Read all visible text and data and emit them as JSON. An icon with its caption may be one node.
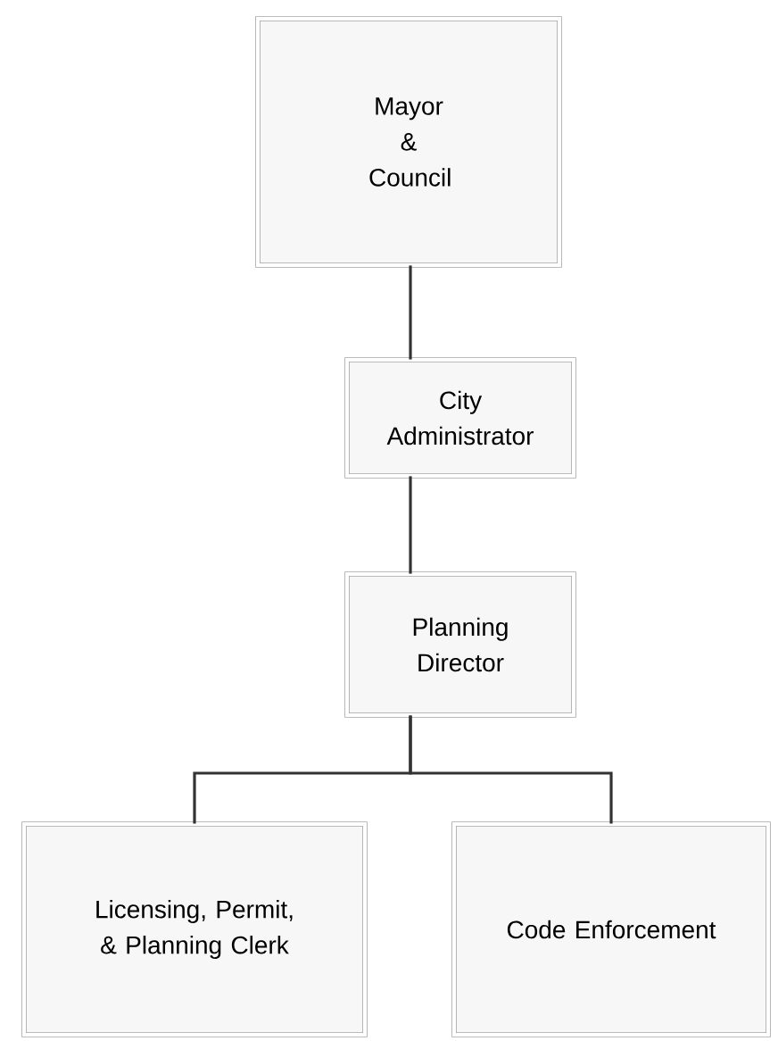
{
  "diagram": {
    "nodes": [
      {
        "text": [
          "Mayor & Council"
        ]
      },
      {
        "text": [
          "City Administrator"
        ]
      },
      {
        "text": [
          "Planning Director"
        ]
      },
      {
        "text": [
          "Licensing, Permit, & Planning Clerk"
        ]
      },
      {
        "text": [
          "Code Enforcement"
        ]
      }
    ],
    "edges": [
      {
        "from": 0,
        "to": 1,
        "arrow": "none"
      },
      {
        "from": 1,
        "to": 2,
        "arrow": "none"
      },
      {
        "from": 2,
        "to": 3,
        "arrow": "none"
      },
      {
        "from": 2,
        "to": 4,
        "arrow": "none"
      }
    ]
  }
}
